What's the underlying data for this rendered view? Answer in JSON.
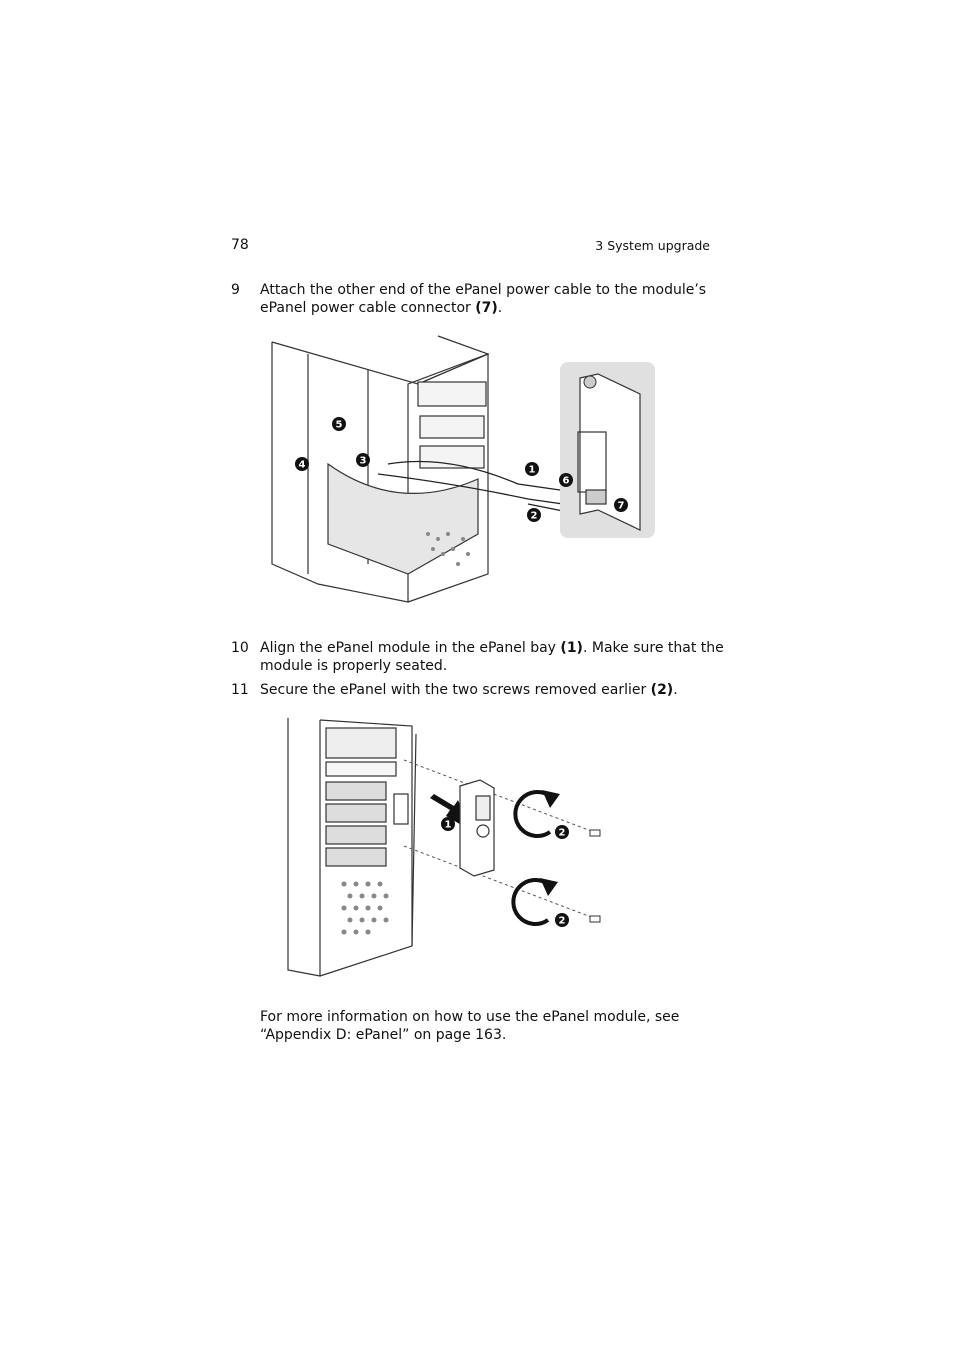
{
  "header": {
    "page_number": "78",
    "chapter": "3 System upgrade"
  },
  "steps": [
    {
      "number": "9",
      "line1": "Attach the other end of the ePanel power cable to the module’s",
      "line2_text": "ePanel power cable connector ",
      "line2_bold": "(7)",
      "line2_end": "."
    },
    {
      "number": "10",
      "line1_text": "Align the ePanel module in the ePanel bay ",
      "line1_bold": "(1)",
      "line1_end": ".  Make sure that the",
      "line2": "module is properly seated."
    },
    {
      "number": "11",
      "line1_text": "Secure the ePanel with the two screws removed earlier ",
      "line1_bold": "(2)",
      "line1_end": "."
    }
  ],
  "note": {
    "line1": "For more information on how to use the ePanel module, see",
    "line2": "“Appendix D: ePanel” on page 163."
  },
  "figure1": {
    "callouts": [
      "1",
      "2",
      "3",
      "4",
      "5",
      "6",
      "7"
    ]
  },
  "figure2": {
    "callouts": [
      "1",
      "2",
      "2"
    ]
  }
}
